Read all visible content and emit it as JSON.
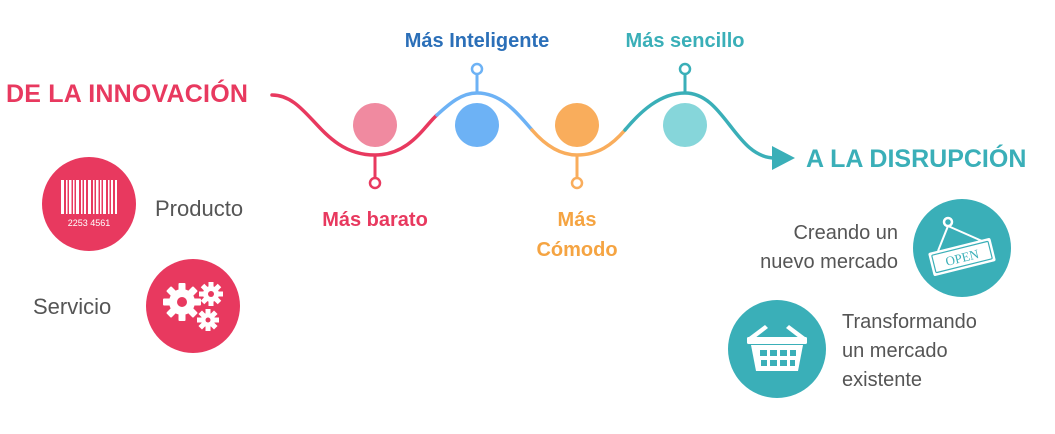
{
  "headings": {
    "start": "DE LA INNOVACIÓN",
    "end": "A LA DISRUPCIÓN"
  },
  "stages": [
    {
      "label": "Más barato",
      "color": "#e8395f",
      "dot_color": "#f08aa0",
      "position": "below"
    },
    {
      "label": "Más Inteligente",
      "color": "#2b6fb8",
      "dot_color": "#6db2f5",
      "position": "above"
    },
    {
      "label": "Más Cómodo",
      "color": "#f5a442",
      "dot_color": "#f9ad5c",
      "position": "below"
    },
    {
      "label": "Más sencillo",
      "color": "#3aafb8",
      "dot_color": "#86d6da",
      "position": "above"
    }
  ],
  "innovation_types": [
    {
      "label": "Producto",
      "icon": "barcode-icon",
      "barcode_numbers": "2253  4561"
    },
    {
      "label": "Servicio",
      "icon": "gears-icon"
    }
  ],
  "disruption_types": [
    {
      "label_lines": [
        "Creando un",
        "nuevo mercado"
      ],
      "icon": "open-sign-icon",
      "sign_text": "OPEN"
    },
    {
      "label_lines": [
        "Transformando",
        "un mercado",
        "existente"
      ],
      "icon": "basket-icon"
    }
  ],
  "colors": {
    "pink": "#e8395f",
    "teal": "#3aafb8",
    "blue": "#2b6fb8",
    "light_blue": "#6db2f5",
    "orange": "#f5a442",
    "text_gray": "#555555"
  }
}
